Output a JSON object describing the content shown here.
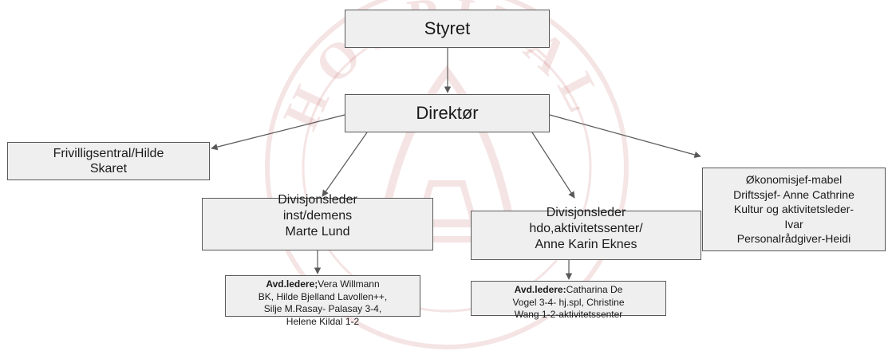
{
  "nodes": {
    "styret": "Styret",
    "direktor": "Direktør",
    "frivilligsentral": "Frivilligsentral/Hilde\nSkaret",
    "divisjon1": "Divisjonsleder\ninst/demens\nMarte Lund",
    "divisjon2": "Divisjonsleder\nhdo,aktivitetssenter/\nAnne Karin Eknes",
    "okonomi": "Økonomisjef-mabel\nDriftssjef- Anne Cathrine\nKultur og aktivitetsleder-\nIvar\nPersonalrådgiver-Heidi",
    "avd1_label": "Avd.ledere;",
    "avd1_text": "Vera Willmann\nBK, Hilde Bjelland Lavollen++,\nSilje M.Rasay- Palasay 3-4,\nHelene Kildal 1-2",
    "avd2_label": "Avd.ledere:",
    "avd2_text": "Catharina De\nVogel 3-4- hj.spl, Christine\nWang 1-2-aktivitetssenter"
  },
  "colors": {
    "box_fill": "#efefef",
    "box_border": "#595959",
    "arrow": "#595959",
    "watermark": "#b02a2a"
  },
  "watermark": {
    "kind": "institution seal (faded)",
    "text": "HOSPITAL"
  }
}
